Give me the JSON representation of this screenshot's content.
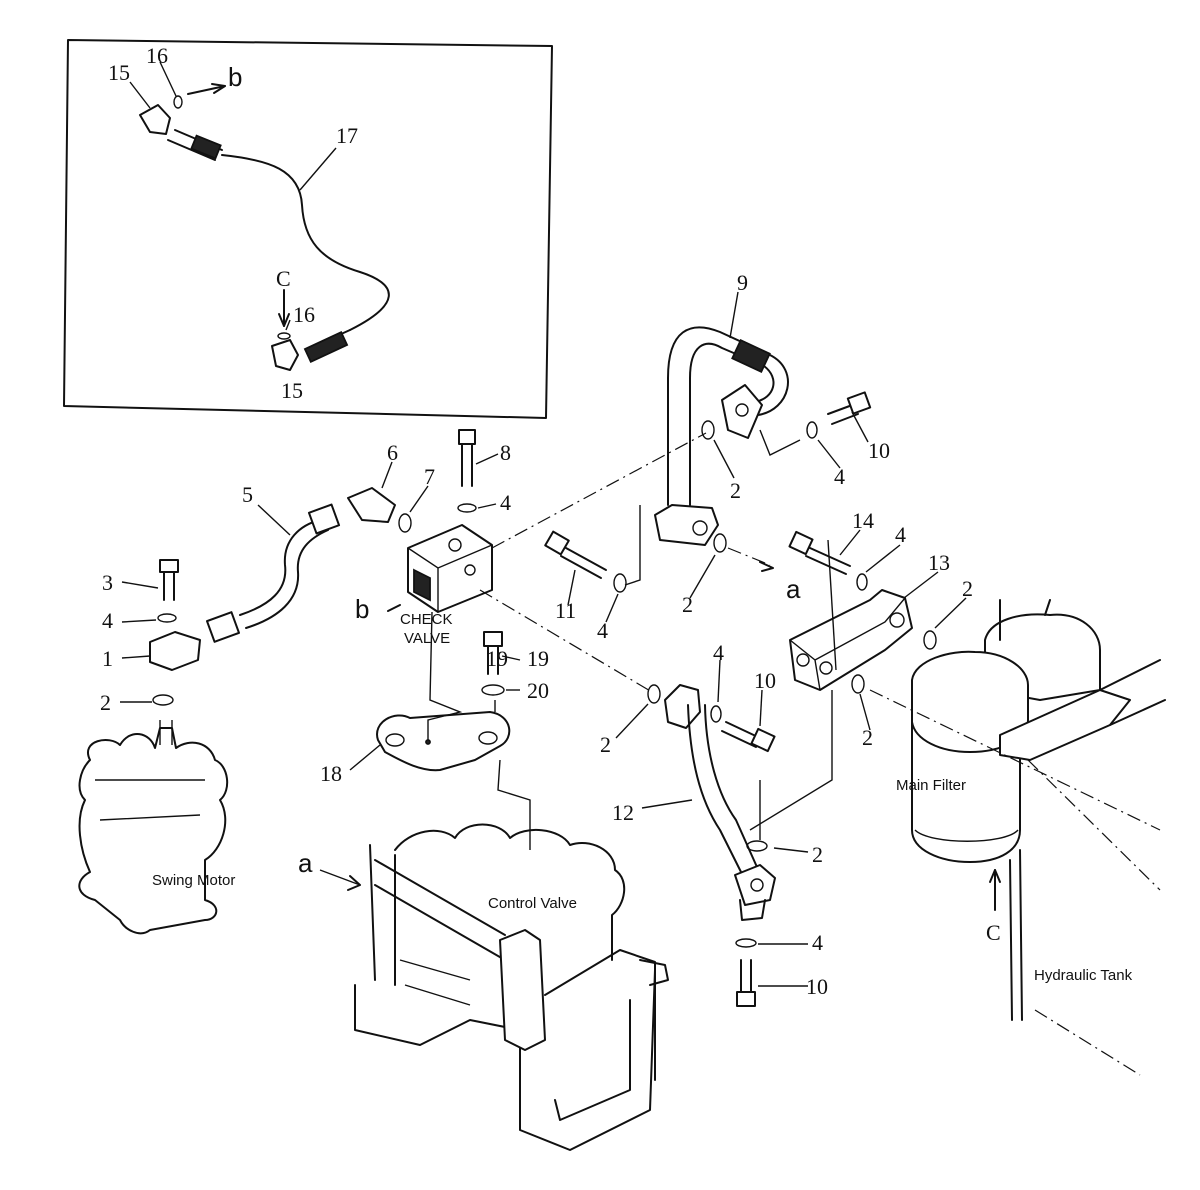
{
  "diagram": {
    "callouts": {
      "c1": "1",
      "c2": "2",
      "c3": "3",
      "c4": "4",
      "c5": "5",
      "c6": "6",
      "c7": "7",
      "c8": "8",
      "c9": "9",
      "c10": "10",
      "c11": "11",
      "c12": "12",
      "c13": "13",
      "c14": "14",
      "c15": "15",
      "c16": "16",
      "c17": "17",
      "c18": "18",
      "c19": "19",
      "c20": "20"
    },
    "letters": {
      "a": "a",
      "b": "b",
      "c": "C"
    },
    "captions": {
      "check_valve_1": "CHECK",
      "check_valve_2": "VALVE",
      "swing_motor": "Swing Motor",
      "control_valve": "Control Valve",
      "main_filter": "Main Filter",
      "hydraulic_tank": "Hydraulic Tank"
    }
  }
}
